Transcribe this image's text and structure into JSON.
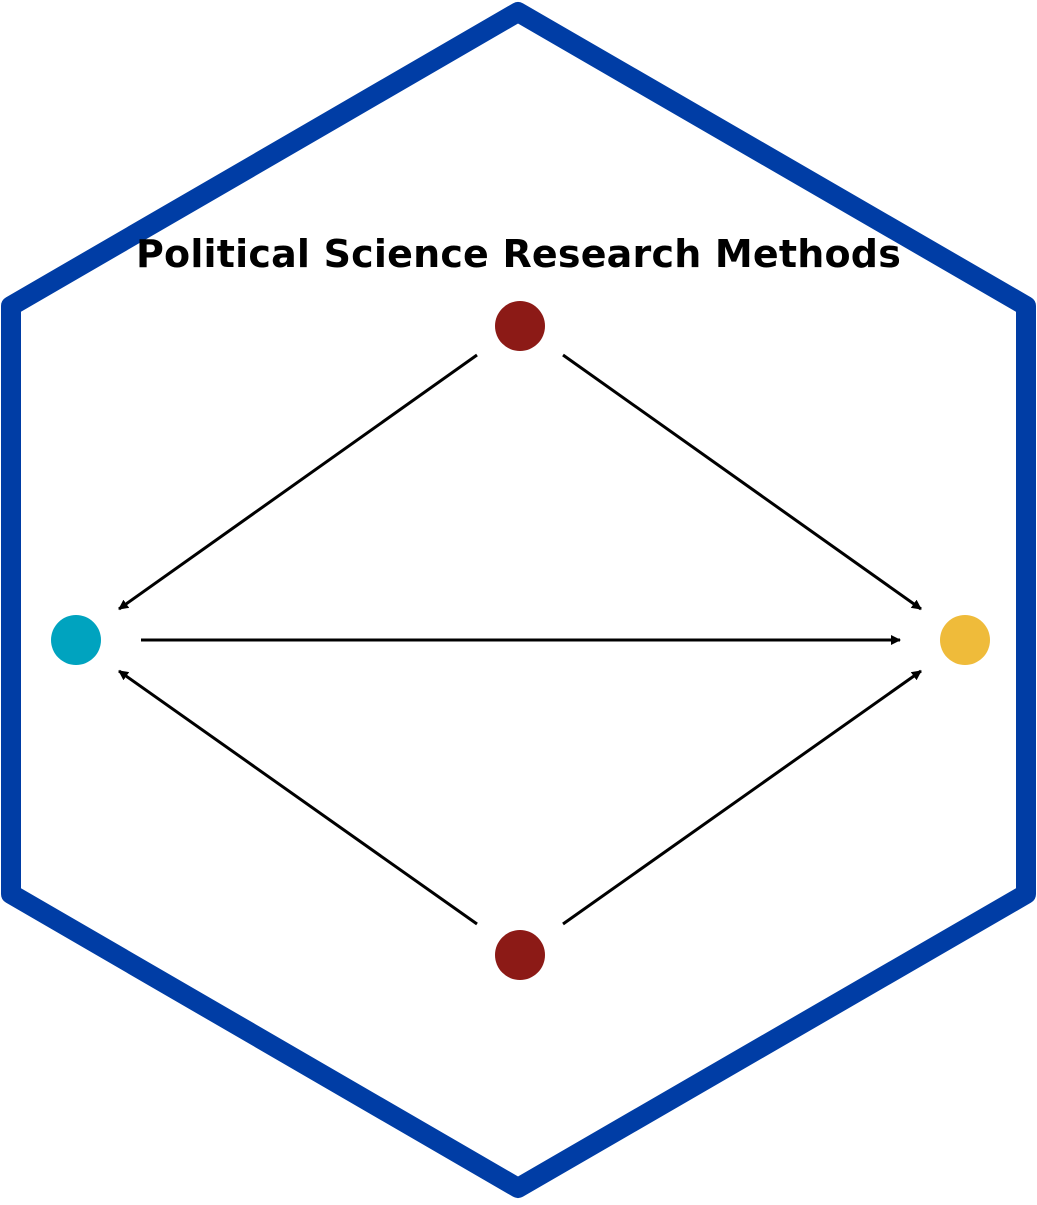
{
  "title": "Political Science Research Methods",
  "colors": {
    "hexagon_border": "#003DA5",
    "background": "#FFFFFF",
    "confounder_node": "#8C1A16",
    "treatment_node": "#00A3BF",
    "outcome_node": "#EFBB3A",
    "edge": "#000000"
  },
  "diagram": {
    "nodes": [
      {
        "id": "top",
        "role": "confounder",
        "color": "#8C1A16"
      },
      {
        "id": "bottom",
        "role": "confounder",
        "color": "#8C1A16"
      },
      {
        "id": "left",
        "role": "treatment",
        "color": "#00A3BF"
      },
      {
        "id": "right",
        "role": "outcome",
        "color": "#EFBB3A"
      }
    ],
    "edges": [
      {
        "from": "top",
        "to": "left"
      },
      {
        "from": "top",
        "to": "right"
      },
      {
        "from": "left",
        "to": "right"
      },
      {
        "from": "bottom",
        "to": "left"
      },
      {
        "from": "bottom",
        "to": "right"
      }
    ]
  }
}
